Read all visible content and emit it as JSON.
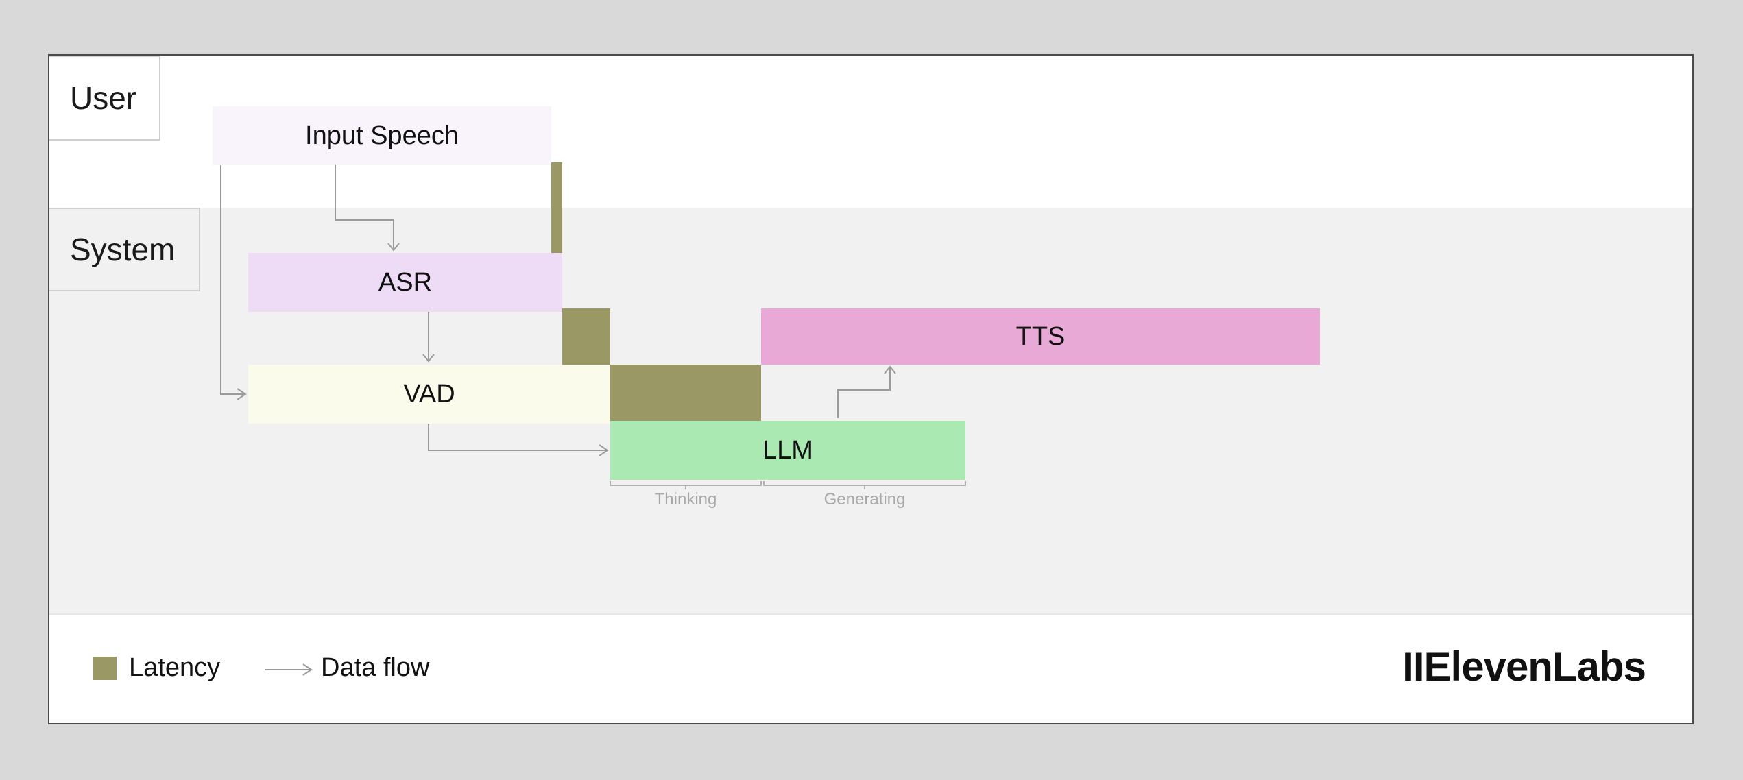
{
  "lanes": {
    "user": "User",
    "system": "System"
  },
  "blocks": {
    "input_speech": {
      "label": "Input Speech",
      "color": "#f9f3fb"
    },
    "asr": {
      "label": "ASR",
      "color": "#eedcf6"
    },
    "vad": {
      "label": "VAD",
      "color": "#fbfbeb"
    },
    "tts": {
      "label": "TTS",
      "color": "#e8a9d6"
    },
    "llm": {
      "label": "LLM",
      "color": "#aae9b1"
    }
  },
  "llm_phases": {
    "thinking": "Thinking",
    "generating": "Generating"
  },
  "colors": {
    "latency": "#9a9966",
    "arrow": "#9a9a9a",
    "brace": "#b0b0b0"
  },
  "legend": {
    "latency": "Latency",
    "data_flow": "Data flow"
  },
  "brand": "IIElevenLabs"
}
